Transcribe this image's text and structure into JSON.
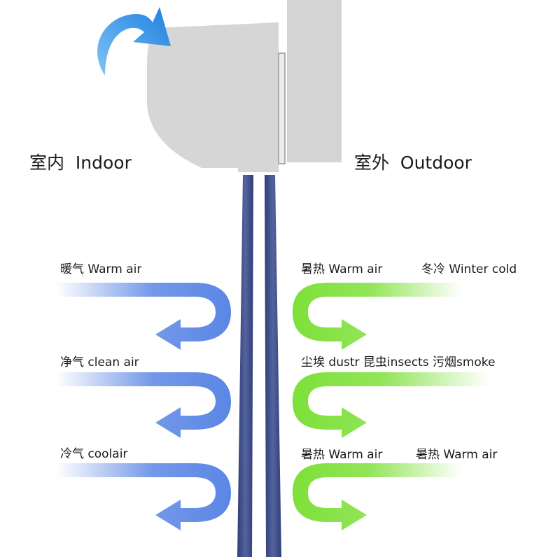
{
  "indoor_label": "室内  Indoor",
  "outdoor_label": "室外  Outdoor",
  "indoor_flows": [
    {
      "label": "暖气 Warm air"
    },
    {
      "label": "净气 clean air"
    },
    {
      "label": "冷气 coolair"
    }
  ],
  "outdoor_flows": [
    {
      "label": "暑热 Warm air",
      "label2": "冬冷 Winter cold"
    },
    {
      "label": "尘埃 dustr 昆虫insects 污烟smoke",
      "label2": ""
    },
    {
      "label": "暑热 Warm air",
      "label2": "暑热 Warm air"
    }
  ],
  "colors": {
    "indoor_arrow": "#5b86e5",
    "outdoor_arrow": "#7ee03a",
    "top_arrow": "#2f8fe6",
    "unit_body": "#d6d6d6",
    "air_stream": "#3d4f8f"
  },
  "icons": {
    "top_arrow": "curved-arrow-icon"
  }
}
